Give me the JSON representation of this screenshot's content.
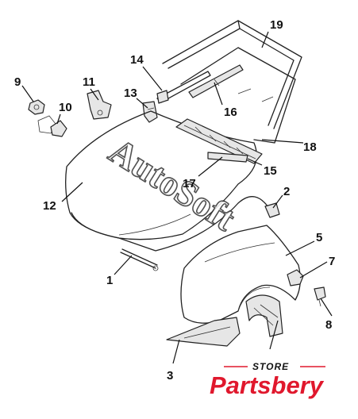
{
  "callouts": [
    "1",
    "2",
    "3",
    "5",
    "7",
    "8",
    "9",
    "10",
    "11",
    "12",
    "13",
    "14",
    "15",
    "16",
    "17",
    "18",
    "19"
  ],
  "watermark": "AutoSoft",
  "brand": {
    "store": "STORE",
    "name": "Partsbery",
    "accent": "#e0182d"
  }
}
